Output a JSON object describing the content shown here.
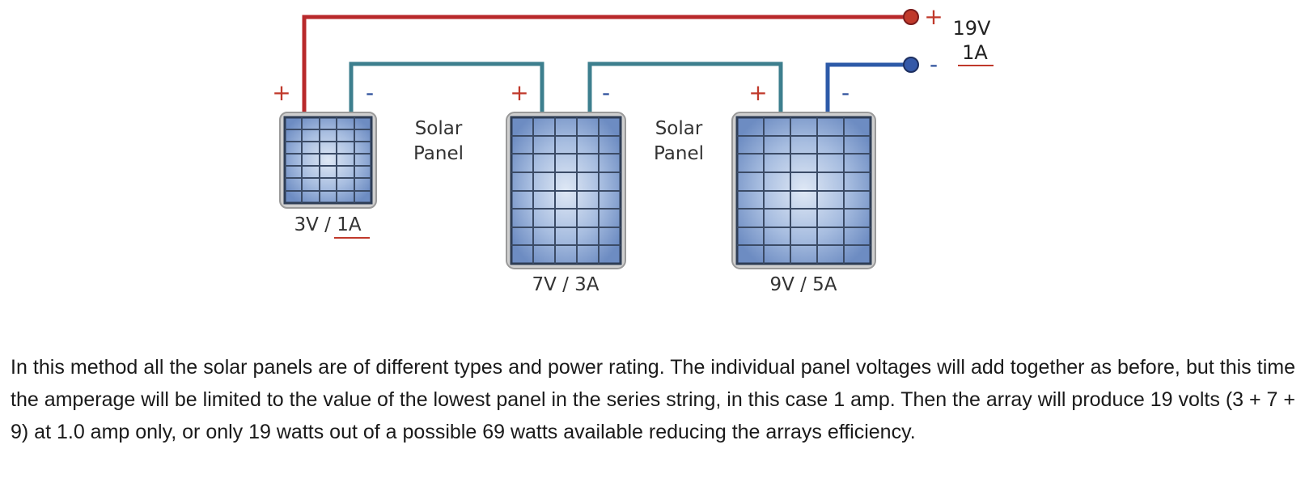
{
  "diagram": {
    "sign_plus": "+",
    "sign_minus": "-",
    "output": {
      "voltage": "19V",
      "current": "1A"
    },
    "panel_label": [
      "Solar",
      "Panel"
    ],
    "panels": [
      {
        "voltage": "3V",
        "sep": " / ",
        "current": "1A",
        "current_underlined": true
      },
      {
        "label": "7V / 3A"
      },
      {
        "label": "9V / 5A"
      }
    ],
    "colors": {
      "positive_wire": "#b8292b",
      "connector_wire": "#3d7f8e",
      "negative_wire": "#2d5aa8",
      "positive_sign": "#c0392b",
      "negative_sign": "#2c4f9b",
      "panel_cell": "#7b98c9",
      "panel_frame": "#cfcfcf"
    }
  },
  "caption": "In this method all the solar panels are of different types and power rating. The individual panel voltages will add together as before, but this time the amperage will be limited to the value of the lowest panel in the series string, in this case 1 amp. Then the array will produce 19 volts (3 + 7 + 9) at 1.0 amp only, or only 19 watts out of a possible 69 watts available reducing the arrays efficiency."
}
